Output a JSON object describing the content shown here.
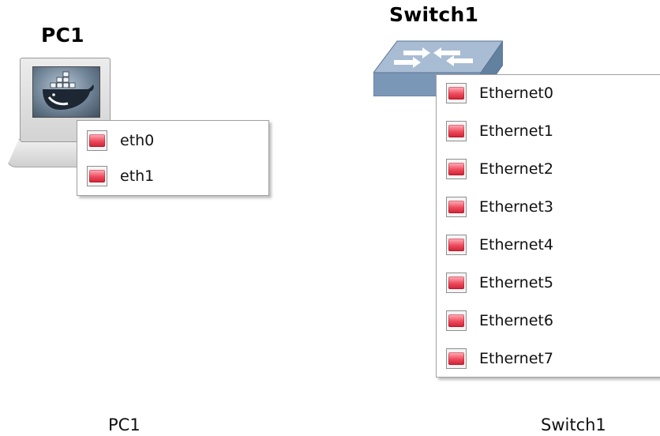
{
  "nodes": {
    "pc1": {
      "title": "PC1",
      "caption": "PC1",
      "icon": "docker-pc-icon",
      "interfaces": [
        "eth0",
        "eth1"
      ]
    },
    "switch1": {
      "title": "Switch1",
      "caption": "Switch1",
      "icon": "ethernet-switch-icon",
      "interfaces": [
        "Ethernet0",
        "Ethernet1",
        "Ethernet2",
        "Ethernet3",
        "Ethernet4",
        "Ethernet5",
        "Ethernet6",
        "Ethernet7"
      ]
    }
  },
  "colors": {
    "link_down": "#ee4a5c",
    "switch_body": "#7b97b8"
  }
}
